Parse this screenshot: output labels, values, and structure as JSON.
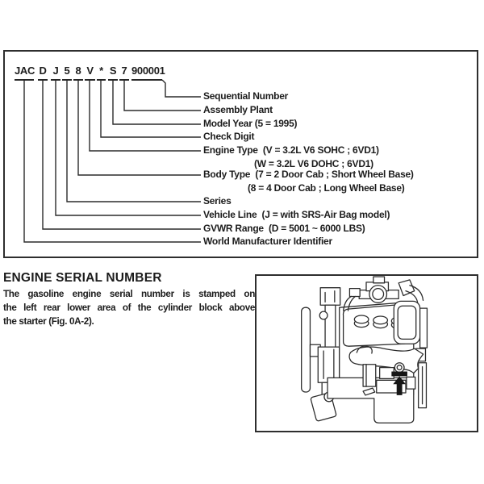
{
  "colors": {
    "ink": "#1c1c1c",
    "line": "#2b2b2b",
    "background": "#ffffff",
    "marker": "#161616"
  },
  "vin_diagram": {
    "characters": [
      "JAC",
      "D",
      "J",
      "5",
      "8",
      "V",
      "*",
      "S",
      "7",
      "900001"
    ],
    "labels": [
      {
        "line1": "Sequential Number"
      },
      {
        "line1": "Assembly Plant"
      },
      {
        "line1": "Model Year (5 = 1995)"
      },
      {
        "line1": "Check Digit"
      },
      {
        "line1": "Engine Type  (V = 3.2L V6 SOHC ; 6VD1)",
        "line2": "(W = 3.2L V6 DOHC ; 6VD1)"
      },
      {
        "line1": "Body Type  (7 = 2 Door Cab ; Short Wheel Base)",
        "line2": "(8 = 4 Door Cab ; Long Wheel Base)"
      },
      {
        "line1": "Series"
      },
      {
        "line1": "Vehicle Line  (J = with SRS-Air Bag model)"
      },
      {
        "line1": "GVWR Range  (D = 5001 ~ 6000 LBS)"
      },
      {
        "line1": "World Manufacturer Identifier"
      }
    ]
  },
  "engine_section": {
    "heading": "ENGINE SERIAL NUMBER",
    "body_lines": [
      "The gasoline engine serial number is stamped on",
      "the left rear lower area of the cylinder block above",
      "the starter (Fig. 0A-2)."
    ],
    "figure_alt": "Gasoline engine left side view; black arrow marks serial number location above the starter"
  }
}
